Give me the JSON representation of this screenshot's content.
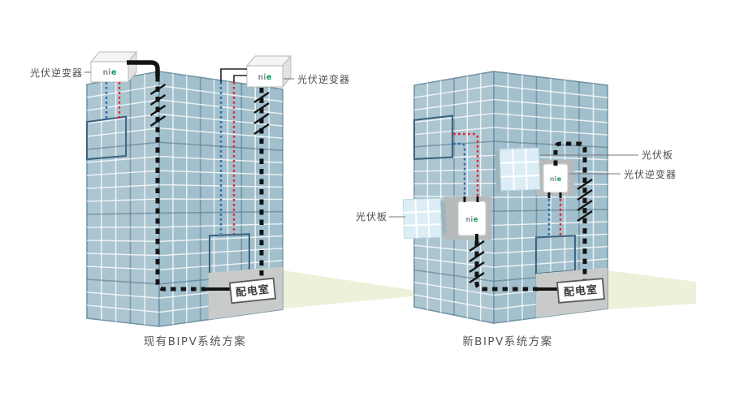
{
  "brand": {
    "gray": "ni",
    "green": "e"
  },
  "colors": {
    "logo_green": "#00a356",
    "dc_red": "#e8262b",
    "dc_blue": "#2a6cb4",
    "cable_black": "#141414",
    "facade_blue": "#a8c4d0",
    "ground_shadow": "#edf1da"
  },
  "left_scheme": {
    "caption": "现有BIPV系统方案",
    "inverter_label_left": "光伏逆变器",
    "inverter_label_right": "光伏逆变器",
    "distribution_room": "配电室"
  },
  "right_scheme": {
    "caption": "新BIPV系统方案",
    "pv_panel_label_left": "光伏板",
    "pv_panel_label_right": "光伏板",
    "inverter_label": "光伏逆变器",
    "distribution_room": "配电室"
  }
}
